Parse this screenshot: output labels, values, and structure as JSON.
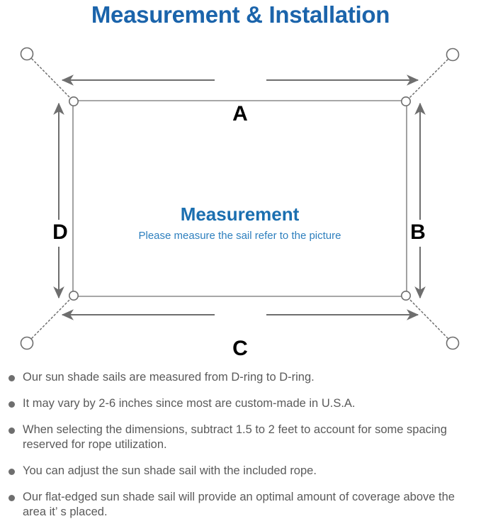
{
  "page": {
    "title": "Measurement & Installation",
    "title_color": "#1b64ab",
    "background": "#ffffff"
  },
  "diagram": {
    "name": "shade-sail-measurement-diagram",
    "center": {
      "heading": "Measurement",
      "subheading": "Please measure the sail refer to the picture",
      "heading_color": "#1b6fb0",
      "subheading_color": "#2d7fbe"
    },
    "dimension_labels": {
      "top": "A",
      "right": "B",
      "bottom": "C",
      "left": "D"
    },
    "line_color": "#808080",
    "label_color": "#000000",
    "sail": {
      "corners": [
        "top-left",
        "top-right",
        "bottom-right",
        "bottom-left"
      ],
      "hardware": "D-ring"
    },
    "anchors": 4
  },
  "notes": [
    {
      "text": "Our sun shade sails are measured from D-ring to D-ring."
    },
    {
      "text": "It may vary by 2-6 inches since most are custom-made in U.S.A."
    },
    {
      "text": "When selecting the dimensions, subtract 1.5 to 2 feet to account for some spacing reserved for rope utilization."
    },
    {
      "text": "You can adjust the sun shade sail with the included rope."
    },
    {
      "text": "Our flat-edged sun shade sail will provide an optimal amount of coverage above the area it’ s placed."
    }
  ],
  "notes_style": {
    "bullet_color": "#6e6e6e",
    "text_color": "#5a5a5a"
  }
}
